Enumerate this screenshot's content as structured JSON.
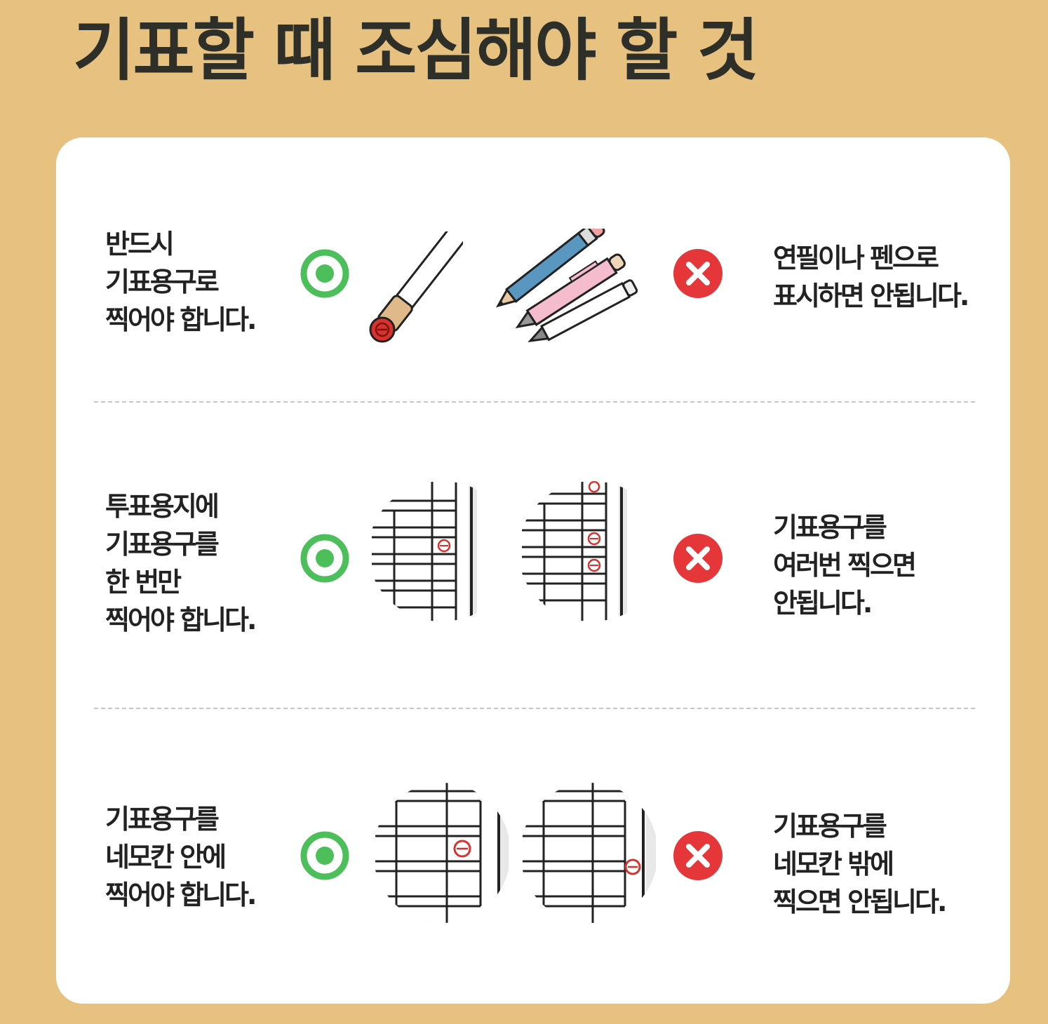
{
  "title": "기표할 때 조심해야 할 것",
  "rows": [
    {
      "left": [
        "반드시",
        "기표용구로",
        "찍어야 합니다."
      ],
      "right": [
        "연필이나 펜으로",
        "표시하면 안됩니다."
      ]
    },
    {
      "left": [
        "투표용지에",
        "기표용구를",
        "한 번만",
        "찍어야 합니다."
      ],
      "right": [
        "기표용구를",
        "여러번 찍으면",
        "안됩니다."
      ]
    },
    {
      "left": [
        "기표용구를",
        "네모칸 안에",
        "찍어야 합니다."
      ],
      "right": [
        "기표용구를",
        "네모칸 밖에",
        "찍으면 안됩니다."
      ]
    }
  ],
  "icons": {
    "correct": "green-circle-dot-icon",
    "wrong": "red-x-icon"
  },
  "colors": {
    "background": "#e6c17f",
    "correct": "#4cbf5a",
    "wrong": "#e5373a",
    "stamp": "#d8322f"
  }
}
